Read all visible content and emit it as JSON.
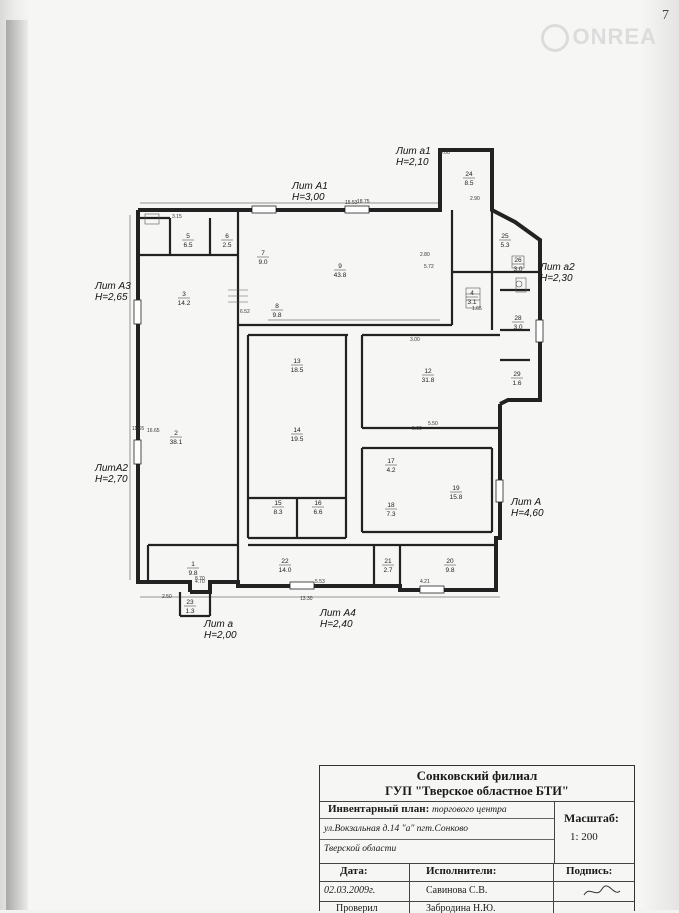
{
  "corner_mark": "7",
  "watermark": "ONREA",
  "lits": {
    "a1": {
      "name": "Лит а1",
      "height": "Н=2,10"
    },
    "A1": {
      "name": "Лит А1",
      "height": "Н=3,00"
    },
    "a2": {
      "name": "Лит а2",
      "height": "Н=2,30"
    },
    "A3": {
      "name": "Лит А3",
      "height": "Н=2,65"
    },
    "A2": {
      "name": "ЛитА2",
      "height": "Н=2,70"
    },
    "A": {
      "name": "Лит А",
      "height": "Н=4,60"
    },
    "A4": {
      "name": "Лит А4",
      "height": "Н=2,40"
    },
    "a": {
      "name": "Лит а",
      "height": "Н=2,00"
    }
  },
  "rooms": [
    {
      "num": "24",
      "area": "8.5"
    },
    {
      "num": "5",
      "area": "6.5"
    },
    {
      "num": "6",
      "area": "2.5"
    },
    {
      "num": "7",
      "area": "9.0"
    },
    {
      "num": "9",
      "area": "43.8"
    },
    {
      "num": "8",
      "area": "9.8"
    },
    {
      "num": "3",
      "area": "14.2"
    },
    {
      "num": "2",
      "area": "38.1"
    },
    {
      "num": "1",
      "area": "9.8"
    },
    {
      "num": "4",
      "area": "3.1"
    },
    {
      "num": "25",
      "area": "5.3"
    },
    {
      "num": "26",
      "area": "3.0"
    },
    {
      "num": "28",
      "area": "3.0"
    },
    {
      "num": "29",
      "area": "1.6"
    },
    {
      "num": "12",
      "area": "31.8"
    },
    {
      "num": "13",
      "area": "18.5"
    },
    {
      "num": "14",
      "area": "19.5"
    },
    {
      "num": "15",
      "area": "8.3"
    },
    {
      "num": "16",
      "area": "6.6"
    },
    {
      "num": "17",
      "area": "4.2"
    },
    {
      "num": "18",
      "area": "7.3"
    },
    {
      "num": "19",
      "area": "15.8"
    },
    {
      "num": "20",
      "area": "9.8"
    },
    {
      "num": "21",
      "area": "2.7"
    },
    {
      "num": "22",
      "area": "14.0"
    },
    {
      "num": "23",
      "area": "1.3"
    }
  ],
  "dims": [
    "2.50",
    "9.00",
    "15.53",
    "18.75",
    "11.65",
    "16.65",
    "3.00",
    "5.72",
    "4.70",
    "5.50",
    "8.70",
    "5.53",
    "4.21",
    "13.30",
    "6.52",
    "5.60",
    "2.80",
    "2.90",
    "3.15",
    "1.65"
  ],
  "title_block": {
    "org_line1": "Сонковский филиал",
    "org_line2": "ГУП \"Тверское областное БТИ\"",
    "plan_label": "Инвентарный план:",
    "plan_object": "торгового центра",
    "address": "ул.Вокзальная  д.14 \"а\" пгт.Сонково",
    "region": "Тверской области",
    "scale_label": "Масштаб:",
    "scale_value": "1:  200",
    "date_label": "Дата:",
    "date_value": "02.03.2009г.",
    "exec_label": "Исполнители:",
    "exec_value": "Савинова С.В.",
    "sign_label": "Подпись:",
    "row_partial_label": "Проверил",
    "row_partial_value": "Забродина Н.Ю."
  }
}
